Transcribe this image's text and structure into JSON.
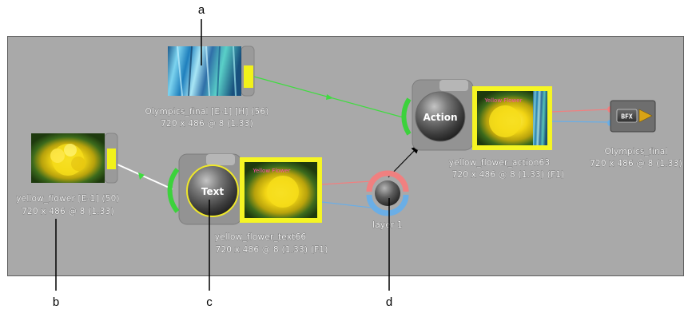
{
  "callouts": {
    "a": "a",
    "b": "b",
    "c": "c",
    "d": "d"
  },
  "nodes": {
    "clip_olympics": {
      "name": "Olympics_final [E-1] [H] (56)",
      "res": "720 x 486 @ 8 (1.33)"
    },
    "clip_flower": {
      "name": "yellow_flower [E-1] (50)",
      "res": "720 x 486 @ 8 (1.33)"
    },
    "text_node": {
      "button": "Text",
      "name": "yellow_flower_text66",
      "res": "720 x 486 @ 8 (1.33) (F1)",
      "overlay": "Yellow Flower"
    },
    "action_node": {
      "button": "Action",
      "name": "yellow_flower_action63",
      "res": "720 x 486 @ 8 (1.33) (F1)",
      "overlay": "Yellow Flower"
    },
    "layer_node": {
      "name": "layer 1"
    },
    "output_node": {
      "icon_text": "BFX",
      "name": "Olympics_final",
      "res": "720 x 486 @ 8 (1.33)"
    }
  },
  "colors": {
    "canvas": "#a9a9a9",
    "canvas_border": "#5e5e5e",
    "link_green": "#3fdc3f",
    "link_red": "#f08080",
    "link_blue": "#6aaee6",
    "link_white": "#ffffff",
    "socket_yellow": "#f2f21a",
    "socket_green": "#3cd23c",
    "selected_frame": "#f5f523"
  },
  "icons": {
    "output": "bfx-icon",
    "play": "play-icon"
  }
}
